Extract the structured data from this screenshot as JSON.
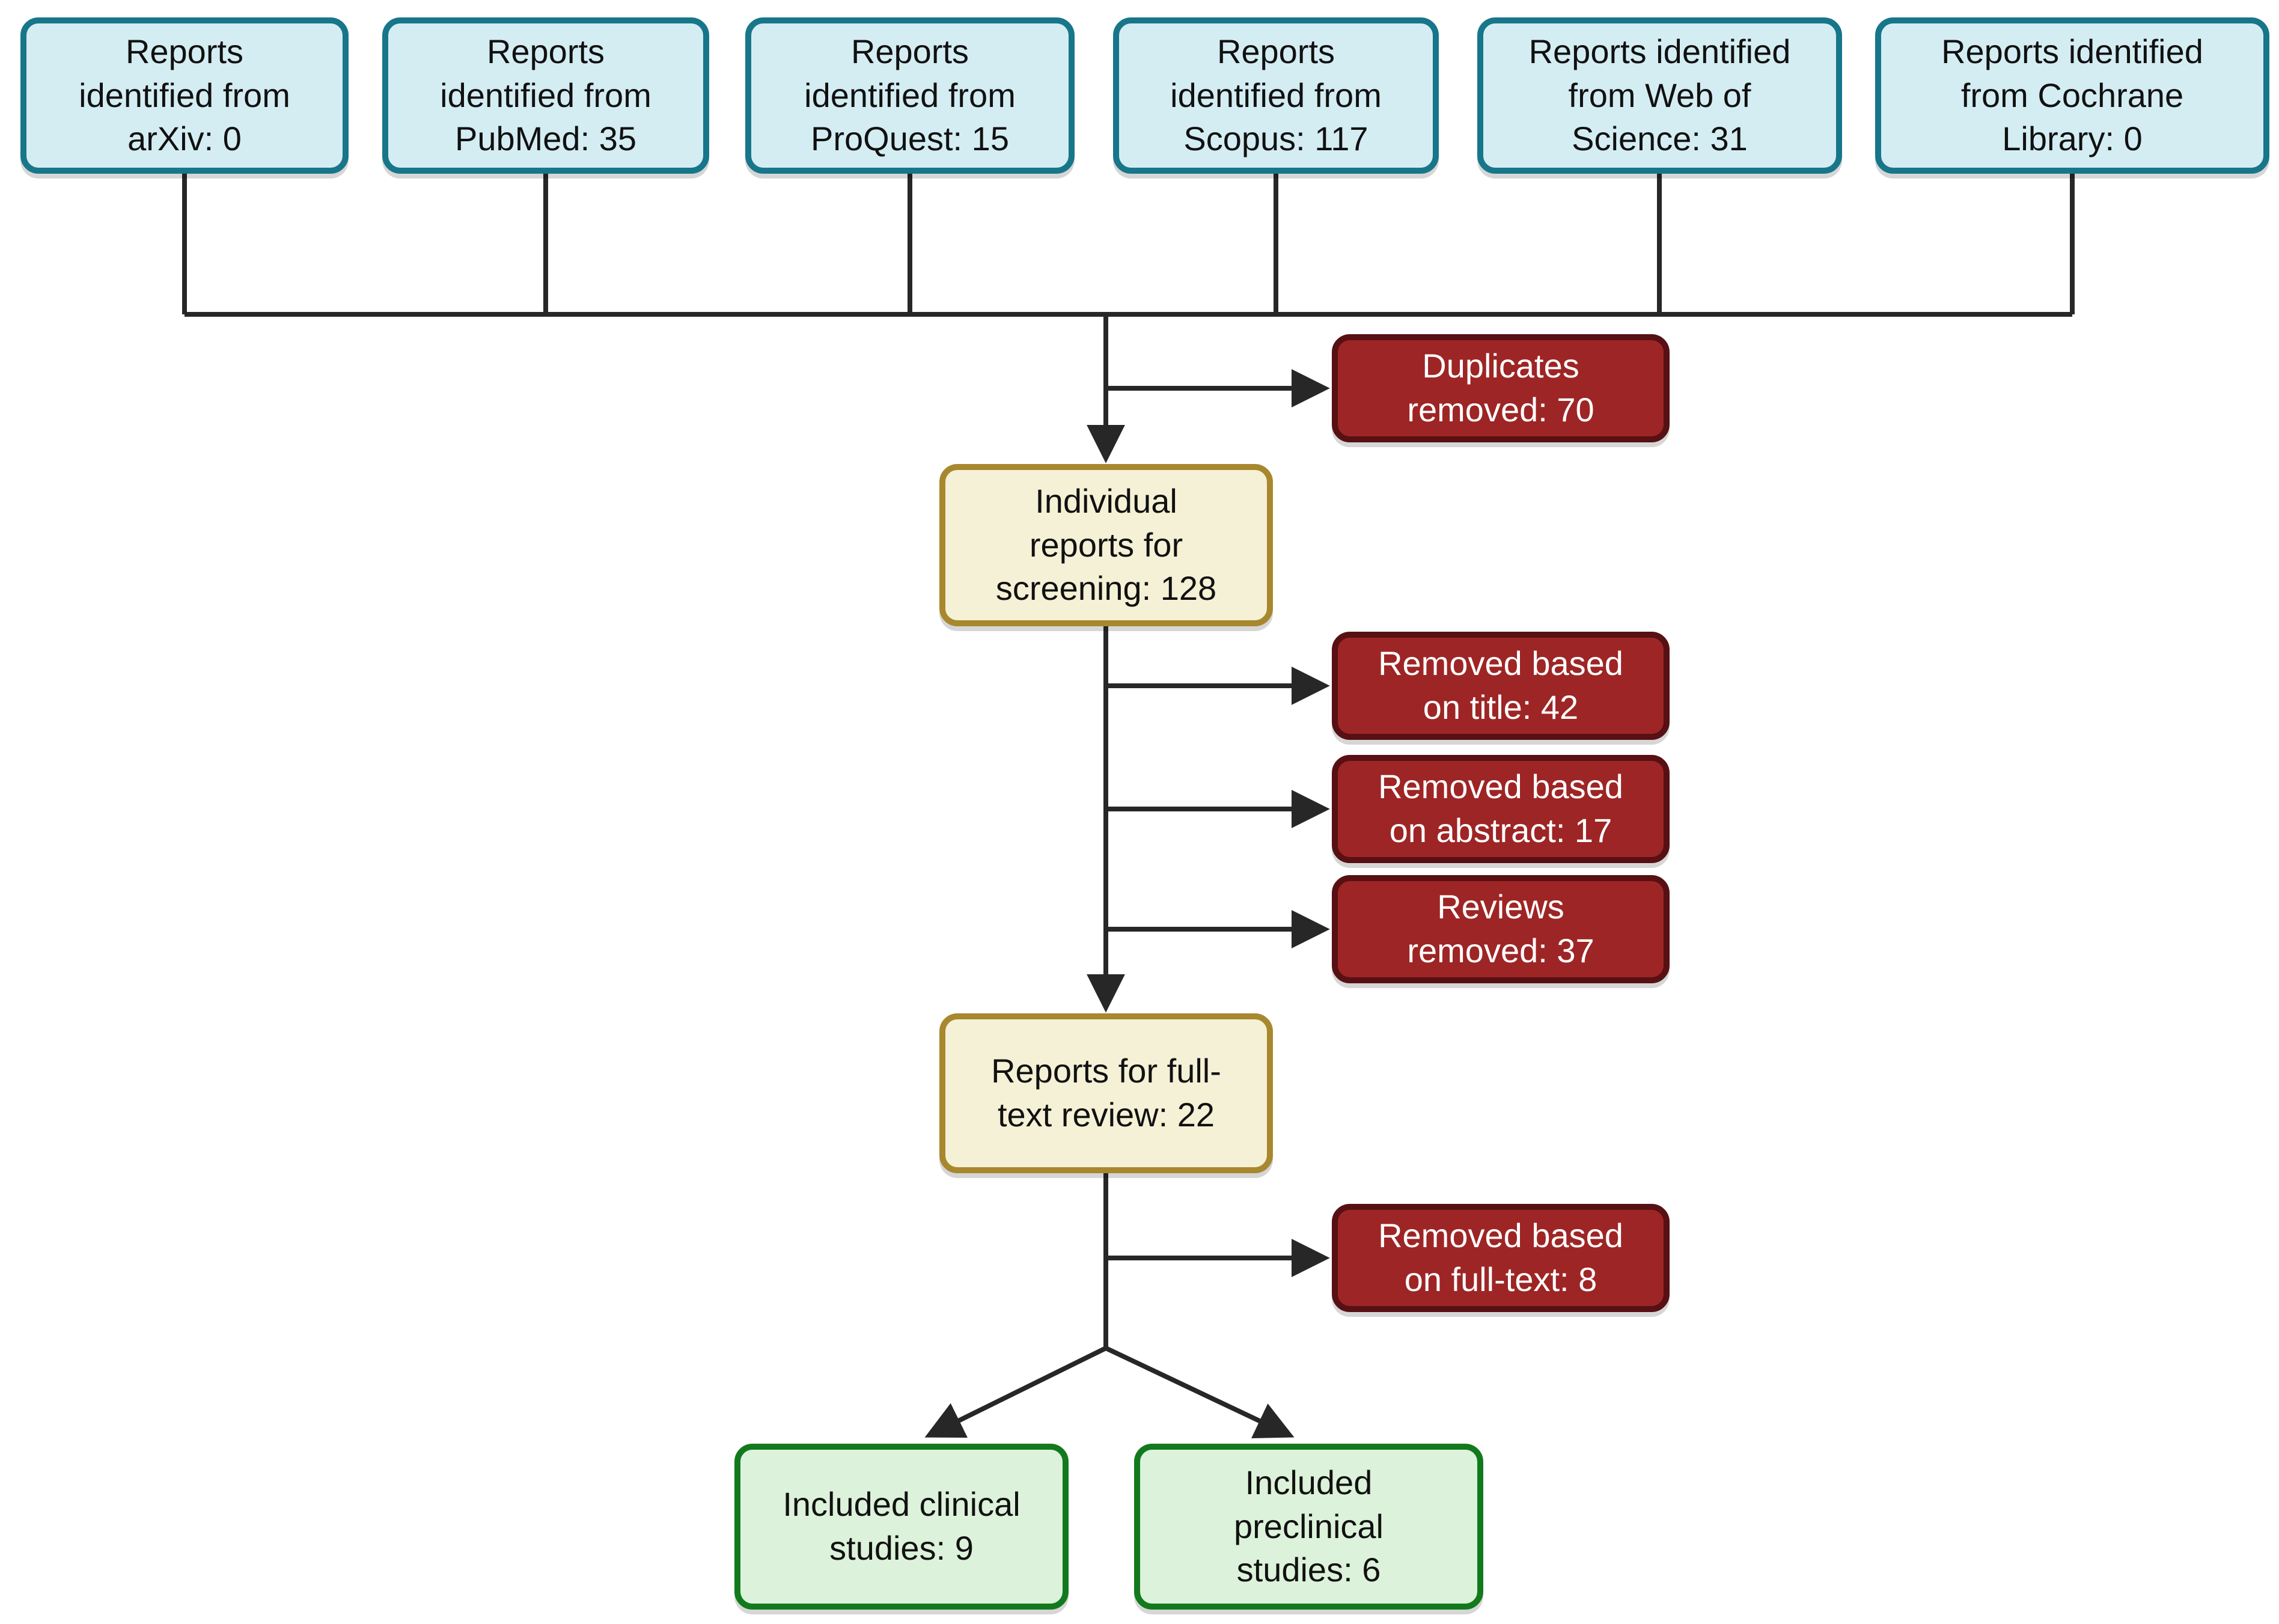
{
  "diagram": {
    "kind": "prisma-flow-diagram",
    "boxes": {
      "arxiv": {
        "label": "Reports\nidentified from\narXiv: 0",
        "type": "source"
      },
      "pubmed": {
        "label": "Reports\nidentified from\nPubMed: 35",
        "type": "source"
      },
      "proquest": {
        "label": "Reports\nidentified from\nProQuest: 15",
        "type": "source"
      },
      "scopus": {
        "label": "Reports\nidentified from\nScopus: 117",
        "type": "source"
      },
      "wos": {
        "label": "Reports identified\nfrom Web of\nScience: 31",
        "type": "source"
      },
      "cochrane": {
        "label": "Reports identified\nfrom Cochrane\nLibrary: 0",
        "type": "source"
      },
      "duplicates": {
        "label": "Duplicates\nremoved: 70",
        "type": "removed"
      },
      "screening": {
        "label": "Individual\nreports for\nscreening: 128",
        "type": "process"
      },
      "title_removed": {
        "label": "Removed based\non title: 42",
        "type": "removed"
      },
      "abstract_removed": {
        "label": "Removed based\non abstract: 17",
        "type": "removed"
      },
      "reviews_removed": {
        "label": "Reviews\nremoved: 37",
        "type": "removed"
      },
      "fulltext_review": {
        "label": "Reports for full-\ntext review: 22",
        "type": "process"
      },
      "fulltext_removed": {
        "label": "Removed based\non full-text: 8",
        "type": "removed"
      },
      "clinical": {
        "label": "Included clinical\nstudies: 9",
        "type": "included"
      },
      "preclinical": {
        "label": "Included\npreclinical\nstudies: 6",
        "type": "included"
      }
    },
    "colors": {
      "line": "#272727",
      "text": "#111111",
      "text_on_dark": "#ffffff",
      "source_fill": "#d4edf3",
      "source_border": "#17768a",
      "removed_fill": "#9e2525",
      "removed_border": "#571013",
      "process_fill": "#f5f1d6",
      "process_border": "#a8882e",
      "included_fill": "#dcf2da",
      "included_border": "#127a1d",
      "bg": "#ffffff"
    }
  }
}
